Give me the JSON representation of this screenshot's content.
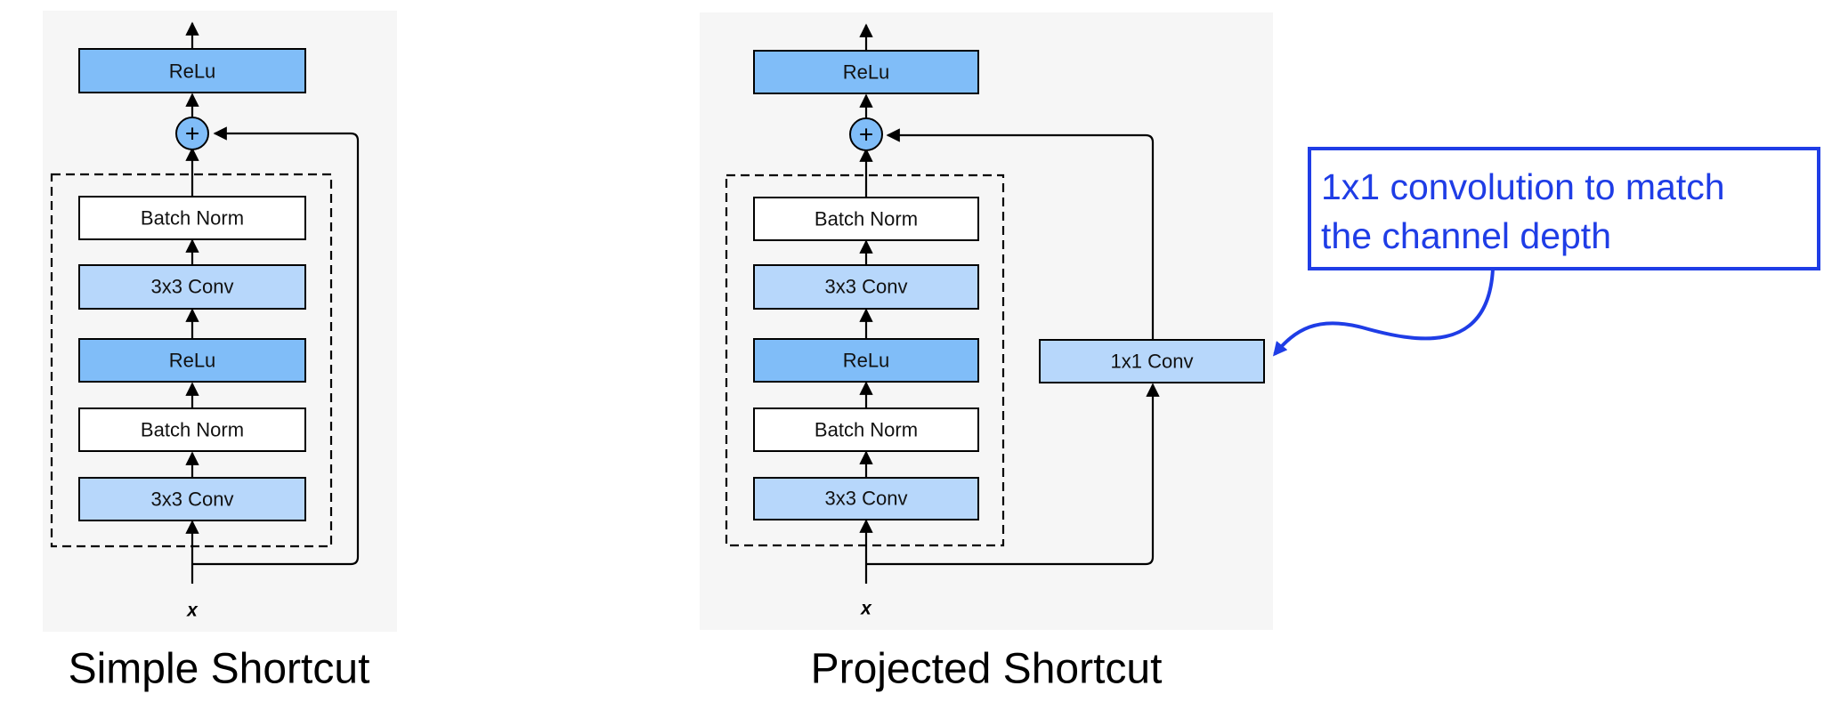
{
  "colors": {
    "panel_bg": "#f6f6f6",
    "relu": "#80bdf8",
    "conv": "#b7d7fb",
    "norm": "#ffffff",
    "callout": "#1f3de6"
  },
  "simple": {
    "caption": "Simple Shortcut",
    "input_label": "x",
    "plus": "+",
    "blocks": {
      "relu_out": "ReLu",
      "batch_norm_2": "Batch Norm",
      "conv_2": "3x3 Conv",
      "relu_mid": "ReLu",
      "batch_norm_1": "Batch Norm",
      "conv_1": "3x3 Conv"
    }
  },
  "projected": {
    "caption": "Projected Shortcut",
    "input_label": "x",
    "plus": "+",
    "blocks": {
      "relu_out": "ReLu",
      "batch_norm_2": "Batch Norm",
      "conv_2": "3x3 Conv",
      "relu_mid": "ReLu",
      "batch_norm_1": "Batch Norm",
      "conv_1": "3x3 Conv",
      "projection": "1x1 Conv"
    }
  },
  "callout": {
    "line1": "1x1 convolution to match",
    "line2": "the channel depth"
  }
}
